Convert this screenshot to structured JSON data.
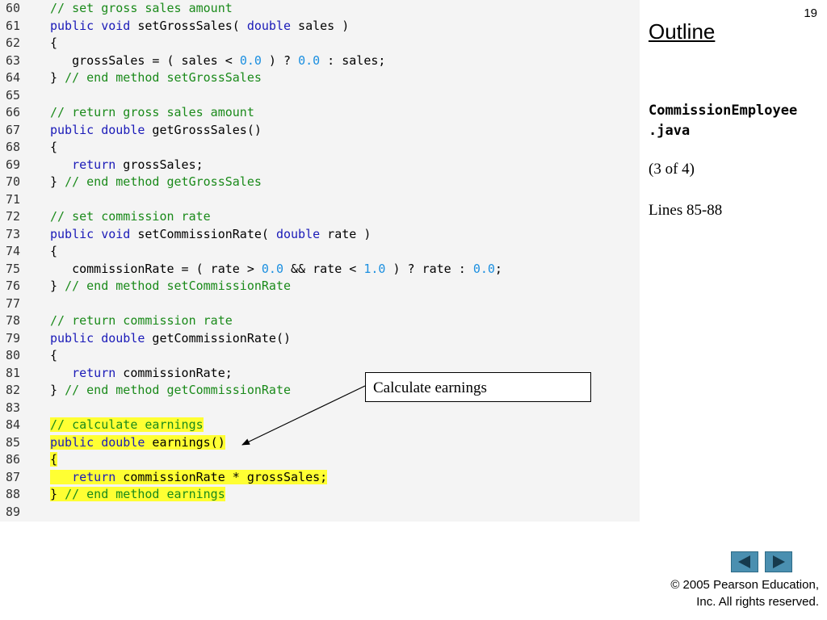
{
  "slide_number": "19",
  "outline_title": "Outline",
  "file_name_line1": "CommissionEmployee",
  "file_name_line2": ".java",
  "part_label": "(3 of 4)",
  "lines_label": "Lines 85-88",
  "callout_text": "Calculate earnings",
  "copyright_line1": "© 2005 Pearson Education,",
  "copyright_line2": "Inc.  All rights reserved.",
  "colors": {
    "keyword": "#1a1ab8",
    "comment": "#1a8a1a",
    "number": "#1b8fe0",
    "highlight": "#ffff33",
    "panel": "#f4f4f4",
    "nav_button": "#4a8fb0"
  },
  "nav": {
    "prev_icon": "triangle-left-icon",
    "next_icon": "triangle-right-icon"
  },
  "code_lines": [
    {
      "n": "60",
      "hl": false,
      "tokens": [
        {
          "t": "// set gross sales amount",
          "c": "cm"
        }
      ]
    },
    {
      "n": "61",
      "hl": false,
      "tokens": [
        {
          "t": "public void",
          "c": "kw"
        },
        {
          "t": " setGrossSales( ",
          "c": "tx"
        },
        {
          "t": "double",
          "c": "kw"
        },
        {
          "t": " sales )",
          "c": "tx"
        }
      ]
    },
    {
      "n": "62",
      "hl": false,
      "tokens": [
        {
          "t": "{",
          "c": "tx"
        }
      ]
    },
    {
      "n": "63",
      "hl": false,
      "tokens": [
        {
          "t": "   grossSales = ( sales < ",
          "c": "tx"
        },
        {
          "t": "0.0",
          "c": "nm"
        },
        {
          "t": " ) ? ",
          "c": "tx"
        },
        {
          "t": "0.0",
          "c": "nm"
        },
        {
          "t": " : sales;",
          "c": "tx"
        }
      ]
    },
    {
      "n": "64",
      "hl": false,
      "tokens": [
        {
          "t": "} ",
          "c": "tx"
        },
        {
          "t": "// end method setGrossSales",
          "c": "cm"
        }
      ]
    },
    {
      "n": "65",
      "hl": false,
      "tokens": []
    },
    {
      "n": "66",
      "hl": false,
      "tokens": [
        {
          "t": "// return gross sales amount",
          "c": "cm"
        }
      ]
    },
    {
      "n": "67",
      "hl": false,
      "tokens": [
        {
          "t": "public double",
          "c": "kw"
        },
        {
          "t": " getGrossSales()",
          "c": "tx"
        }
      ]
    },
    {
      "n": "68",
      "hl": false,
      "tokens": [
        {
          "t": "{",
          "c": "tx"
        }
      ]
    },
    {
      "n": "69",
      "hl": false,
      "tokens": [
        {
          "t": "   ",
          "c": "tx"
        },
        {
          "t": "return",
          "c": "kw"
        },
        {
          "t": " grossSales;",
          "c": "tx"
        }
      ]
    },
    {
      "n": "70",
      "hl": false,
      "tokens": [
        {
          "t": "} ",
          "c": "tx"
        },
        {
          "t": "// end method getGrossSales",
          "c": "cm"
        }
      ]
    },
    {
      "n": "71",
      "hl": false,
      "tokens": []
    },
    {
      "n": "72",
      "hl": false,
      "tokens": [
        {
          "t": "// set commission rate",
          "c": "cm"
        }
      ]
    },
    {
      "n": "73",
      "hl": false,
      "tokens": [
        {
          "t": "public void",
          "c": "kw"
        },
        {
          "t": " setCommissionRate( ",
          "c": "tx"
        },
        {
          "t": "double",
          "c": "kw"
        },
        {
          "t": " rate )",
          "c": "tx"
        }
      ]
    },
    {
      "n": "74",
      "hl": false,
      "tokens": [
        {
          "t": "{",
          "c": "tx"
        }
      ]
    },
    {
      "n": "75",
      "hl": false,
      "tokens": [
        {
          "t": "   commissionRate = ( rate > ",
          "c": "tx"
        },
        {
          "t": "0.0",
          "c": "nm"
        },
        {
          "t": " && rate < ",
          "c": "tx"
        },
        {
          "t": "1.0",
          "c": "nm"
        },
        {
          "t": " ) ? rate : ",
          "c": "tx"
        },
        {
          "t": "0.0",
          "c": "nm"
        },
        {
          "t": ";",
          "c": "tx"
        }
      ]
    },
    {
      "n": "76",
      "hl": false,
      "tokens": [
        {
          "t": "} ",
          "c": "tx"
        },
        {
          "t": "// end method setCommissionRate",
          "c": "cm"
        }
      ]
    },
    {
      "n": "77",
      "hl": false,
      "tokens": []
    },
    {
      "n": "78",
      "hl": false,
      "tokens": [
        {
          "t": "// return commission rate",
          "c": "cm"
        }
      ]
    },
    {
      "n": "79",
      "hl": false,
      "tokens": [
        {
          "t": "public double",
          "c": "kw"
        },
        {
          "t": " getCommissionRate()",
          "c": "tx"
        }
      ]
    },
    {
      "n": "80",
      "hl": false,
      "tokens": [
        {
          "t": "{",
          "c": "tx"
        }
      ]
    },
    {
      "n": "81",
      "hl": false,
      "tokens": [
        {
          "t": "   ",
          "c": "tx"
        },
        {
          "t": "return",
          "c": "kw"
        },
        {
          "t": " commissionRate;",
          "c": "tx"
        }
      ]
    },
    {
      "n": "82",
      "hl": false,
      "tokens": [
        {
          "t": "} ",
          "c": "tx"
        },
        {
          "t": "// end method getCommissionRate",
          "c": "cm"
        }
      ]
    },
    {
      "n": "83",
      "hl": false,
      "tokens": []
    },
    {
      "n": "84",
      "hl": true,
      "tokens": [
        {
          "t": "// calculate earnings",
          "c": "cm"
        }
      ]
    },
    {
      "n": "85",
      "hl": true,
      "tokens": [
        {
          "t": "public double",
          "c": "kw"
        },
        {
          "t": " earnings()",
          "c": "tx"
        }
      ]
    },
    {
      "n": "86",
      "hl": true,
      "tokens": [
        {
          "t": "{",
          "c": "tx"
        }
      ]
    },
    {
      "n": "87",
      "hl": true,
      "tokens": [
        {
          "t": "   ",
          "c": "tx"
        },
        {
          "t": "return",
          "c": "kw"
        },
        {
          "t": " commissionRate * grossSales;",
          "c": "tx"
        }
      ]
    },
    {
      "n": "88",
      "hl": true,
      "tokens": [
        {
          "t": "} ",
          "c": "tx"
        },
        {
          "t": "// end method earnings",
          "c": "cm"
        }
      ]
    },
    {
      "n": "89",
      "hl": false,
      "tokens": []
    }
  ]
}
